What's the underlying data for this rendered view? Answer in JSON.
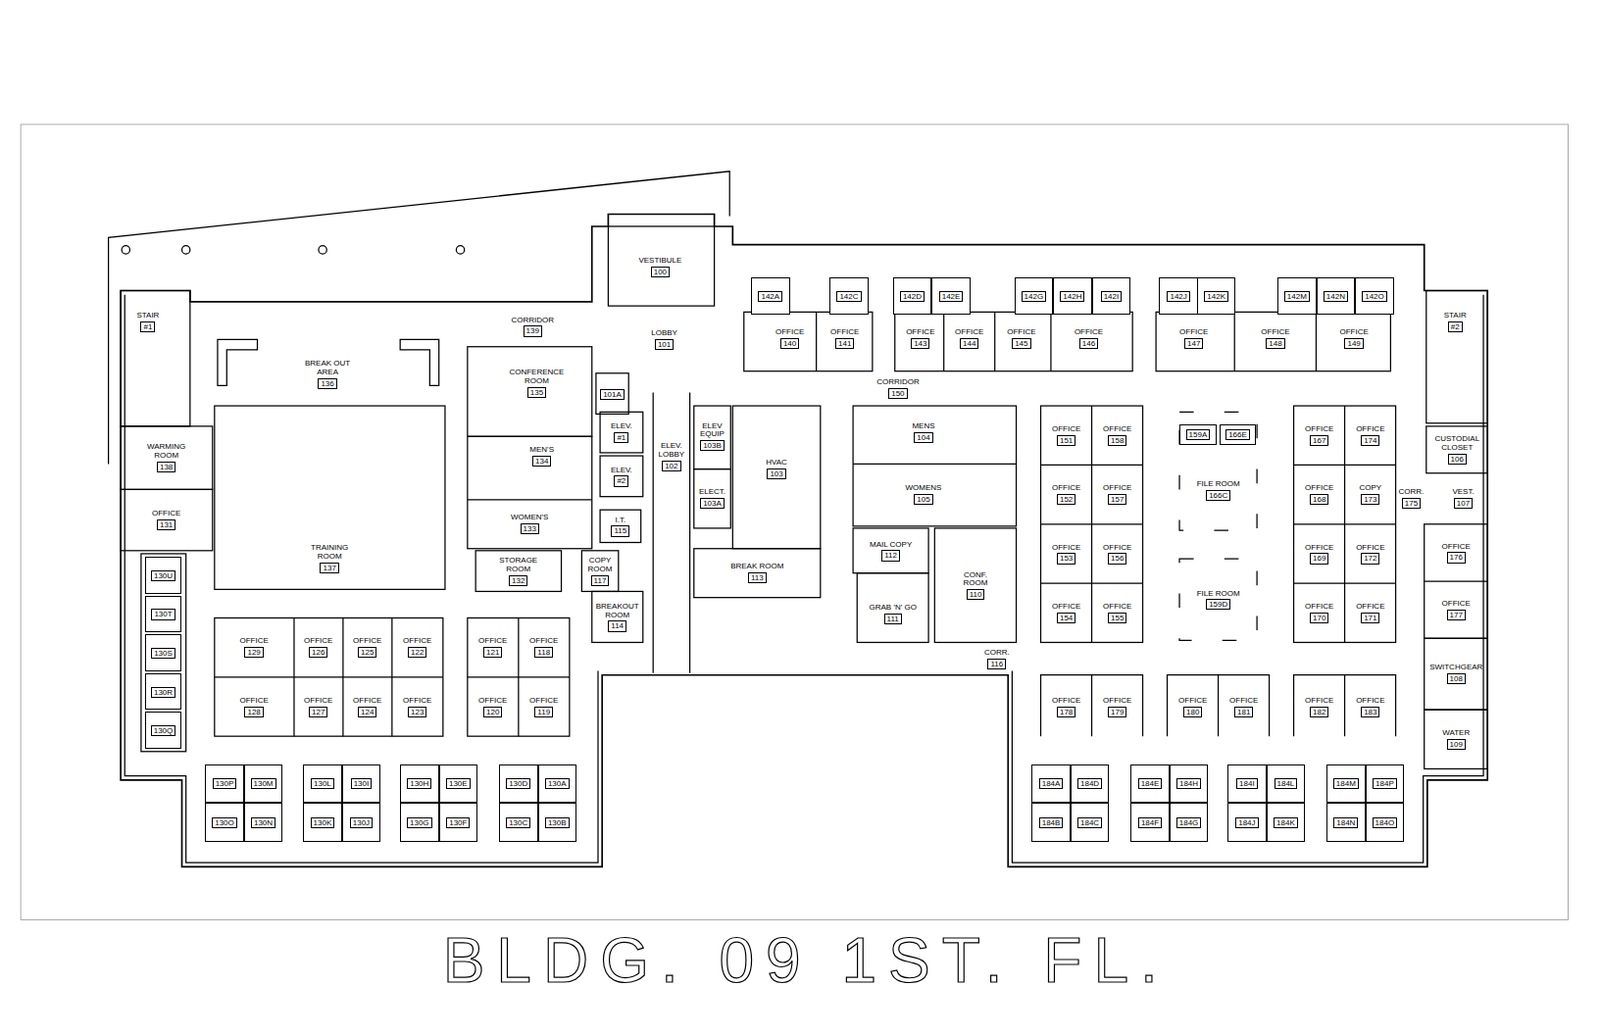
{
  "diagram": {
    "title": "BLDG. 09 1ST. FL.",
    "nodes": [
      {
        "text": [
          "VESTIBULE",
          "100"
        ]
      },
      {
        "text": [
          "142A"
        ]
      },
      {
        "text": [
          "142C"
        ]
      },
      {
        "text": [
          "142D"
        ]
      },
      {
        "text": [
          "142E"
        ]
      },
      {
        "text": [
          "142G"
        ]
      },
      {
        "text": [
          "142H"
        ]
      },
      {
        "text": [
          "142I"
        ]
      },
      {
        "text": [
          "142J"
        ]
      },
      {
        "text": [
          "142K"
        ]
      },
      {
        "text": [
          "142M"
        ]
      },
      {
        "text": [
          "142N"
        ]
      },
      {
        "text": [
          "142O"
        ]
      },
      {
        "text": [
          "STAIR",
          "#1"
        ]
      },
      {
        "text": [
          "STAIR",
          "#2"
        ]
      },
      {
        "text": [
          "CORRIDOR",
          "139"
        ]
      },
      {
        "text": [
          "LOBBY",
          "101"
        ]
      },
      {
        "text": [
          "OFFICE",
          "140"
        ]
      },
      {
        "text": [
          "OFFICE",
          "141"
        ]
      },
      {
        "text": [
          "OFFICE",
          "143"
        ]
      },
      {
        "text": [
          "OFFICE",
          "144"
        ]
      },
      {
        "text": [
          "OFFICE",
          "145"
        ]
      },
      {
        "text": [
          "OFFICE",
          "146"
        ]
      },
      {
        "text": [
          "OFFICE",
          "147"
        ]
      },
      {
        "text": [
          "OFFICE",
          "148"
        ]
      },
      {
        "text": [
          "OFFICE",
          "149"
        ]
      },
      {
        "text": [
          "BREAK OUT AREA",
          "136"
        ]
      },
      {
        "text": [
          "CONFERENCE ROOM",
          "135"
        ]
      },
      {
        "text": [
          "101A"
        ]
      },
      {
        "text": [
          "CORRIDOR",
          "150"
        ]
      },
      {
        "text": [
          "ELEV.",
          "#1"
        ]
      },
      {
        "text": [
          "ELEV.",
          "#2"
        ]
      },
      {
        "text": [
          "MEN'S",
          "134"
        ]
      },
      {
        "text": [
          "ELEV EQUIP",
          "103B"
        ]
      },
      {
        "text": [
          "MENS",
          "104"
        ]
      },
      {
        "text": [
          "159A"
        ]
      },
      {
        "text": [
          "166E"
        ]
      },
      {
        "text": [
          "OFFICE",
          "151"
        ]
      },
      {
        "text": [
          "OFFICE",
          "158"
        ]
      },
      {
        "text": [
          "OFFICE",
          "167"
        ]
      },
      {
        "text": [
          "OFFICE",
          "174"
        ]
      },
      {
        "text": [
          "CUSTODIAL CLOSET",
          "106"
        ]
      },
      {
        "text": [
          "WARMING ROOM",
          "138"
        ]
      },
      {
        "text": [
          "ELEV. LOBBY",
          "102"
        ]
      },
      {
        "text": [
          "HVAC",
          "103"
        ]
      },
      {
        "text": [
          "FILE ROOM",
          "166C"
        ]
      },
      {
        "text": [
          "OFFICE",
          "152"
        ]
      },
      {
        "text": [
          "OFFICE",
          "157"
        ]
      },
      {
        "text": [
          "OFFICE",
          "168"
        ]
      },
      {
        "text": [
          "COPY",
          "173"
        ]
      },
      {
        "text": [
          "CORR.",
          "175"
        ]
      },
      {
        "text": [
          "VEST.",
          "107"
        ]
      },
      {
        "text": [
          "ELECT.",
          "103A"
        ]
      },
      {
        "text": [
          "WOMENS",
          "105"
        ]
      },
      {
        "text": [
          "OFFICE",
          "131"
        ]
      },
      {
        "text": [
          "WOMEN'S",
          "133"
        ]
      },
      {
        "text": [
          "I.T.",
          "115"
        ]
      },
      {
        "text": [
          "OFFICE",
          "153"
        ]
      },
      {
        "text": [
          "OFFICE",
          "156"
        ]
      },
      {
        "text": [
          "OFFICE",
          "169"
        ]
      },
      {
        "text": [
          "OFFICE",
          "172"
        ]
      },
      {
        "text": [
          "OFFICE",
          "176"
        ]
      },
      {
        "text": [
          "MAIL COPY",
          "112"
        ]
      },
      {
        "text": [
          "TRAINING ROOM",
          "137"
        ]
      },
      {
        "text": [
          "STORAGE ROOM",
          "132"
        ]
      },
      {
        "text": [
          "COPY ROOM",
          "117"
        ]
      },
      {
        "text": [
          "BREAK ROOM",
          "113"
        ]
      },
      {
        "text": [
          "130U"
        ]
      },
      {
        "text": [
          "CONF. ROOM",
          "110"
        ]
      },
      {
        "text": [
          "FILE ROOM",
          "159D"
        ]
      },
      {
        "text": [
          "OFFICE",
          "154"
        ]
      },
      {
        "text": [
          "OFFICE",
          "155"
        ]
      },
      {
        "text": [
          "OFFICE",
          "170"
        ]
      },
      {
        "text": [
          "OFFICE",
          "171"
        ]
      },
      {
        "text": [
          "OFFICE",
          "177"
        ]
      },
      {
        "text": [
          "GRAB 'N' GO",
          "111"
        ]
      },
      {
        "text": [
          "130T"
        ]
      },
      {
        "text": [
          "BREAKOUT ROOM",
          "114"
        ]
      },
      {
        "text": [
          "OFFICE",
          "129"
        ]
      },
      {
        "text": [
          "OFFICE",
          "126"
        ]
      },
      {
        "text": [
          "OFFICE",
          "125"
        ]
      },
      {
        "text": [
          "OFFICE",
          "122"
        ]
      },
      {
        "text": [
          "OFFICE",
          "121"
        ]
      },
      {
        "text": [
          "OFFICE",
          "118"
        ]
      },
      {
        "text": [
          "130S"
        ]
      },
      {
        "text": [
          "CORR.",
          "116"
        ]
      },
      {
        "text": [
          "SWITCHGEAR",
          "108"
        ]
      },
      {
        "text": [
          "130R"
        ]
      },
      {
        "text": [
          "OFFICE",
          "128"
        ]
      },
      {
        "text": [
          "OFFICE",
          "127"
        ]
      },
      {
        "text": [
          "OFFICE",
          "124"
        ]
      },
      {
        "text": [
          "OFFICE",
          "123"
        ]
      },
      {
        "text": [
          "OFFICE",
          "120"
        ]
      },
      {
        "text": [
          "OFFICE",
          "119"
        ]
      },
      {
        "text": [
          "OFFICE",
          "178"
        ]
      },
      {
        "text": [
          "OFFICE",
          "179"
        ]
      },
      {
        "text": [
          "OFFICE",
          "180"
        ]
      },
      {
        "text": [
          "OFFICE",
          "181"
        ]
      },
      {
        "text": [
          "OFFICE",
          "182"
        ]
      },
      {
        "text": [
          "OFFICE",
          "183"
        ]
      },
      {
        "text": [
          "130Q"
        ]
      },
      {
        "text": [
          "WATER",
          "109"
        ]
      },
      {
        "text": [
          "130P"
        ]
      },
      {
        "text": [
          "130M"
        ]
      },
      {
        "text": [
          "130L"
        ]
      },
      {
        "text": [
          "130I"
        ]
      },
      {
        "text": [
          "130H"
        ]
      },
      {
        "text": [
          "130E"
        ]
      },
      {
        "text": [
          "130D"
        ]
      },
      {
        "text": [
          "130A"
        ]
      },
      {
        "text": [
          "184A"
        ]
      },
      {
        "text": [
          "184D"
        ]
      },
      {
        "text": [
          "184E"
        ]
      },
      {
        "text": [
          "184H"
        ]
      },
      {
        "text": [
          "184I"
        ]
      },
      {
        "text": [
          "184L"
        ]
      },
      {
        "text": [
          "184M"
        ]
      },
      {
        "text": [
          "184P"
        ]
      },
      {
        "text": [
          "130O"
        ]
      },
      {
        "text": [
          "130N"
        ]
      },
      {
        "text": [
          "130K"
        ]
      },
      {
        "text": [
          "130J"
        ]
      },
      {
        "text": [
          "130G"
        ]
      },
      {
        "text": [
          "130F"
        ]
      },
      {
        "text": [
          "130C"
        ]
      },
      {
        "text": [
          "130B"
        ]
      },
      {
        "text": [
          "184B"
        ]
      },
      {
        "text": [
          "184C"
        ]
      },
      {
        "text": [
          "184F"
        ]
      },
      {
        "text": [
          "184G"
        ]
      },
      {
        "text": [
          "184J"
        ]
      },
      {
        "text": [
          "184K"
        ]
      },
      {
        "text": [
          "184N"
        ]
      },
      {
        "text": [
          "184O"
        ]
      }
    ]
  }
}
